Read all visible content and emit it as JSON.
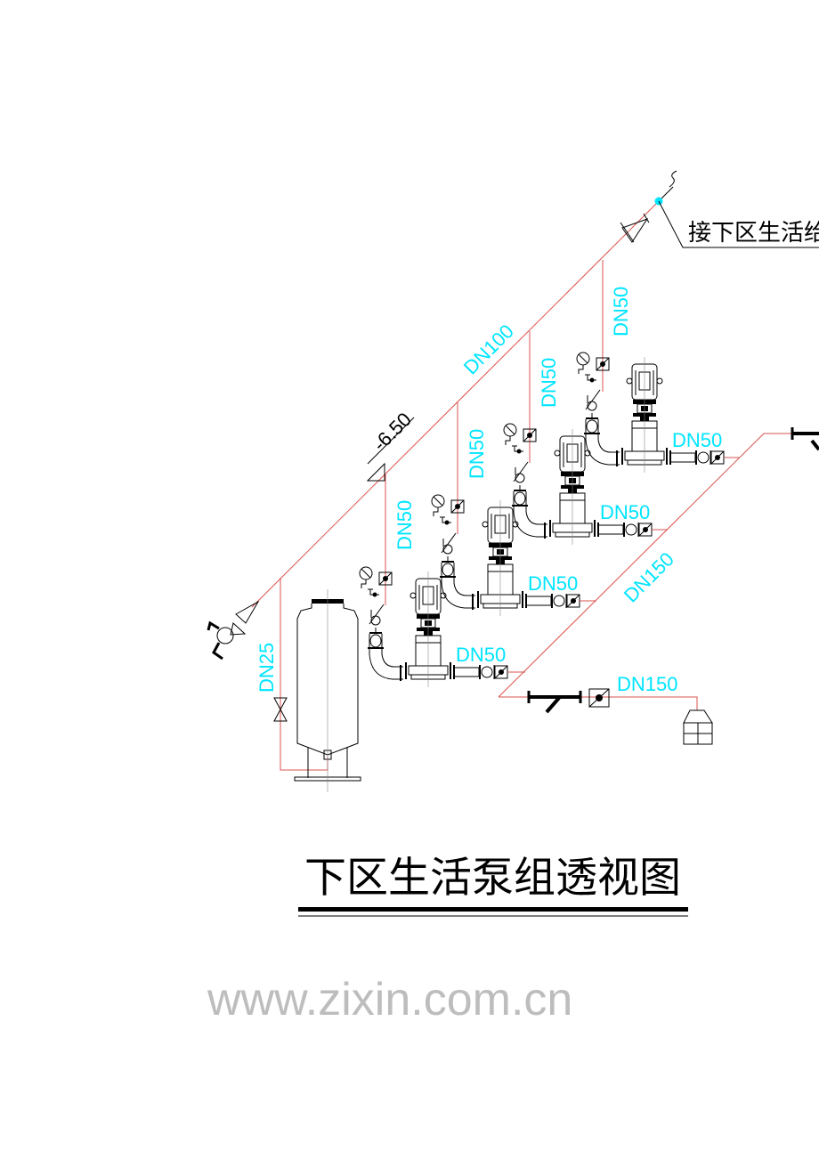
{
  "title": "下区生活泵组透视图",
  "callout": "接下区生活给",
  "elevation": "-6.50",
  "watermark": "www.zixin.com.cn",
  "labels": {
    "main_header": "DN100",
    "tank_branch": "DN25",
    "suction_branch": "DN150",
    "suction_inlet": "DN150",
    "pump_branches": [
      "DN50",
      "DN50",
      "DN50",
      "DN50"
    ],
    "pump_discharges": [
      "DN50",
      "DN50",
      "DN50",
      "DN50"
    ]
  },
  "colors": {
    "pipe": "#d9534f",
    "label": "#00e5ff",
    "line": "#000000"
  }
}
